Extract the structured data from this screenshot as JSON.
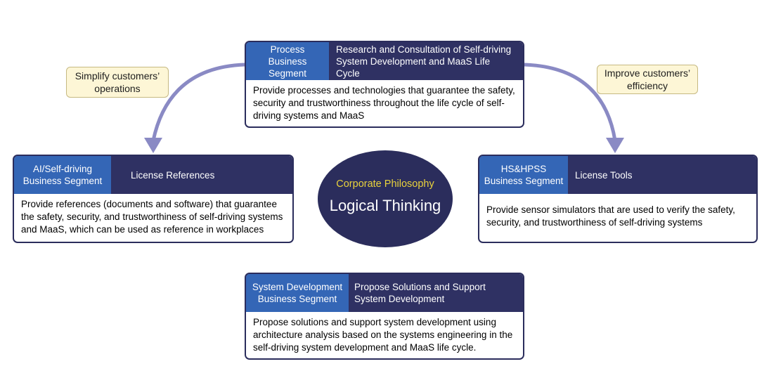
{
  "center": {
    "subtitle": "Corporate Philosophy",
    "title": "Logical Thinking"
  },
  "bubbles": {
    "left": "Simplify customers’ operations",
    "right": "Improve customers’ efficiency"
  },
  "colors": {
    "navy": "#2f3163",
    "segment_blue": "#3466b6",
    "arrow": "#8a8ac4",
    "bubble_fill": "#fdf6d6",
    "philosophy_text": "#e9d23c"
  },
  "cards": {
    "process": {
      "segment": "Process Business Segment",
      "title": "Research and Consultation of Self-driving System Development and MaaS Life Cycle",
      "body": "Provide processes and technologies that guarantee the safety, security and trustworthiness throughout the life cycle of self-driving systems and MaaS"
    },
    "ai": {
      "segment": "AI/Self-driving Business Segment",
      "title": "License References",
      "body": "Provide references (documents and software) that guarantee the safety, security, and trustworthiness of self-driving systems and MaaS, which can be used as reference in workplaces"
    },
    "hs": {
      "segment": "HS&HPSS Business Segment",
      "title": "License Tools",
      "body": "Provide sensor simulators that are used to verify the safety, security, and trustworthiness of self-driving systems"
    },
    "sysdev": {
      "segment": "System Development Business Segment",
      "title": "Propose Solutions and Support System Development",
      "body": "Propose solutions and support system development using architecture analysis based on the systems engineering in the self-driving system development and MaaS life cycle."
    }
  }
}
